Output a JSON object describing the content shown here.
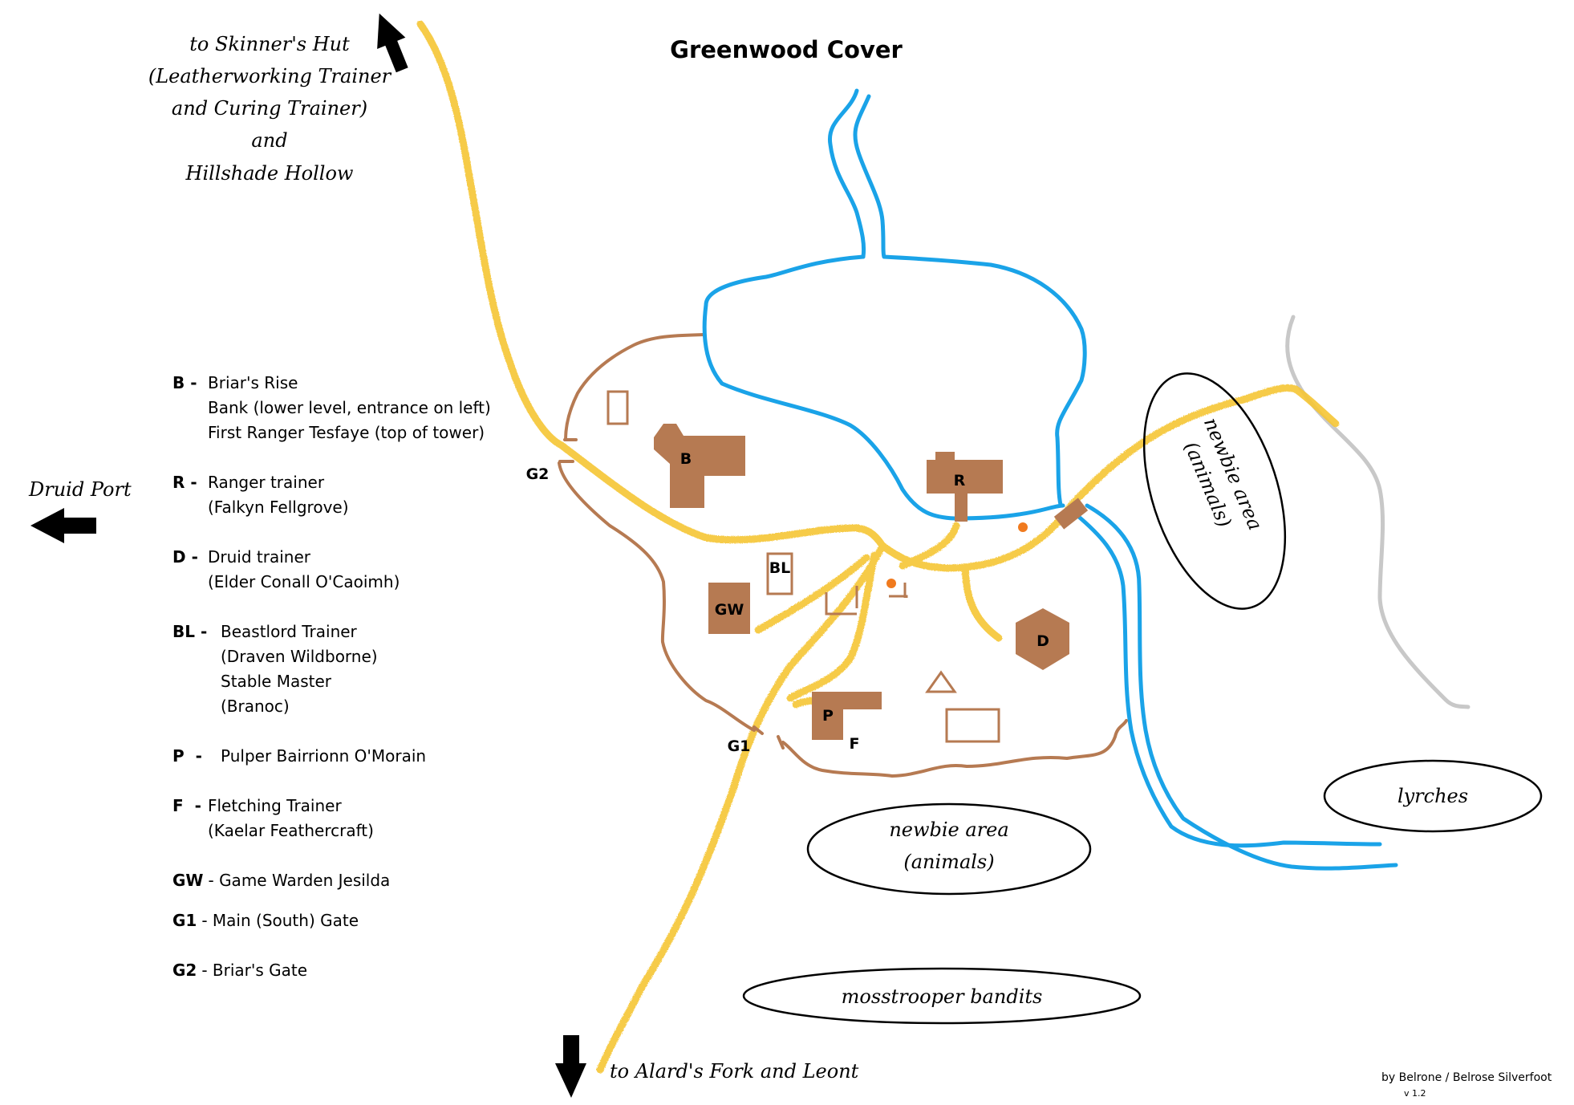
{
  "title": "Greenwood Cover",
  "north_note": {
    "lines": [
      "to Skinner's Hut",
      "(Leatherworking Trainer",
      "and Curing Trainer)",
      "and",
      "Hillshade Hollow"
    ]
  },
  "west_note": "Druid Port",
  "south_note": "to Alard's Fork and Leont",
  "zones": {
    "newbie_east_l1": "newbie area",
    "newbie_east_l2": "(animals)",
    "newbie_south_l1": "newbie area",
    "newbie_south_l2": "(animals)",
    "lyrches": "lyrches",
    "bandits": "mosstrooper bandits"
  },
  "buildings": {
    "b": "B",
    "r": "R",
    "d": "D",
    "bl": "BL",
    "gw": "GW",
    "p": "P",
    "f": "F"
  },
  "gates": {
    "g1": "G1",
    "g2": "G2"
  },
  "legend": [
    {
      "code": "B",
      "sep": "-",
      "lines": [
        "Briar's Rise",
        "Bank (lower level, entrance on left)",
        "First Ranger Tesfaye (top of tower)"
      ]
    },
    {
      "code": "R",
      "sep": "-",
      "lines": [
        "Ranger trainer",
        "(Falkyn Fellgrove)"
      ]
    },
    {
      "code": "D",
      "sep": "-",
      "lines": [
        "Druid trainer",
        "(Elder Conall O'Caoimh)"
      ]
    },
    {
      "code": "BL",
      "sep": "-",
      "lines": [
        "Beastlord Trainer",
        "(Draven Wildborne)",
        "Stable Master",
        "(Branoc)"
      ]
    },
    {
      "code": "P",
      "sep": "-",
      "lines": [
        "Pulper Bairrionn O'Morain"
      ]
    },
    {
      "code": "F",
      "sep": "-",
      "lines": [
        "Fletching Trainer",
        "(Kaelar Feathercraft)"
      ]
    },
    {
      "code": "GW",
      "sep": "-",
      "lines": [
        "Game Warden Jesilda"
      ]
    },
    {
      "code": "G1",
      "sep": "-",
      "lines": [
        "Main (South) Gate"
      ]
    },
    {
      "code": "G2",
      "sep": "-",
      "lines": [
        "Briar's Gate"
      ]
    }
  ],
  "credit": "by Belrone / Belrose Silverfoot",
  "version": "v 1.2",
  "colors": {
    "road": "#f6c634",
    "water": "#1aa3e8",
    "wall": "#b67a52",
    "building": "#b67a52",
    "grey_road": "#c8c8c8",
    "marker": "#f07a1e"
  }
}
